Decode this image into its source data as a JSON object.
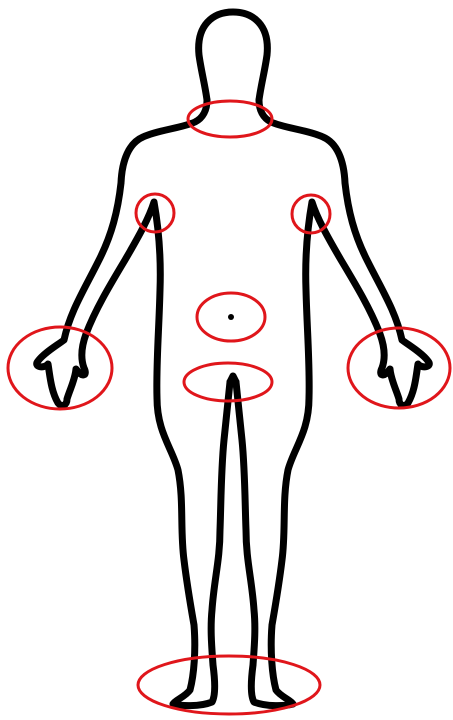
{
  "figure": {
    "outline_color": "#000000",
    "marker_color": "#e0161b",
    "background": "#ffffff"
  },
  "markers": [
    {
      "region": "neck"
    },
    {
      "region": "left-armpit"
    },
    {
      "region": "right-armpit"
    },
    {
      "region": "navel"
    },
    {
      "region": "groin"
    },
    {
      "region": "left-hand"
    },
    {
      "region": "right-hand"
    },
    {
      "region": "feet"
    }
  ]
}
